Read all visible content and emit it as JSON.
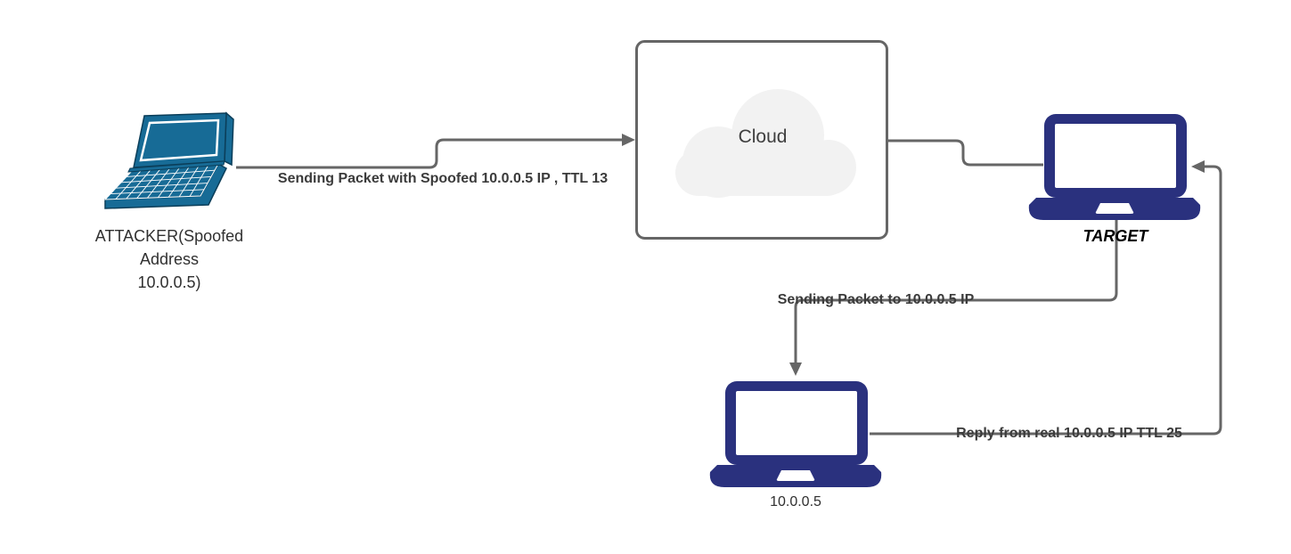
{
  "nodes": {
    "attacker": {
      "label": "ATTACKER(Spoofed\nAddress\n10.0.0.5)"
    },
    "cloud": {
      "label": "Cloud"
    },
    "target": {
      "label": "TARGET"
    },
    "host": {
      "label": "10.0.0.5"
    }
  },
  "edges": [
    {
      "from": "attacker",
      "to": "cloud",
      "label": "Sending Packet with Spoofed 10.0.0.5 IP , TTL 13"
    },
    {
      "from": "cloud",
      "to": "target",
      "label": ""
    },
    {
      "from": "target",
      "to": "host",
      "label": "Sending Packet to 10.0.0.5 IP"
    },
    {
      "from": "host",
      "to": "target",
      "label": "Reply from real 10.0.0.5 IP TTL 25"
    }
  ],
  "colors": {
    "attacker_laptop": "#176b96",
    "attacker_laptop_outline": "#0b3e59",
    "laptop_navy": "#2a317e",
    "connector": "#666666",
    "cloud_box_border": "#666666",
    "cloud_fill": "#f2f2f2",
    "edge_label_text": "#3b3b3b",
    "node_label_text": "#333333"
  }
}
